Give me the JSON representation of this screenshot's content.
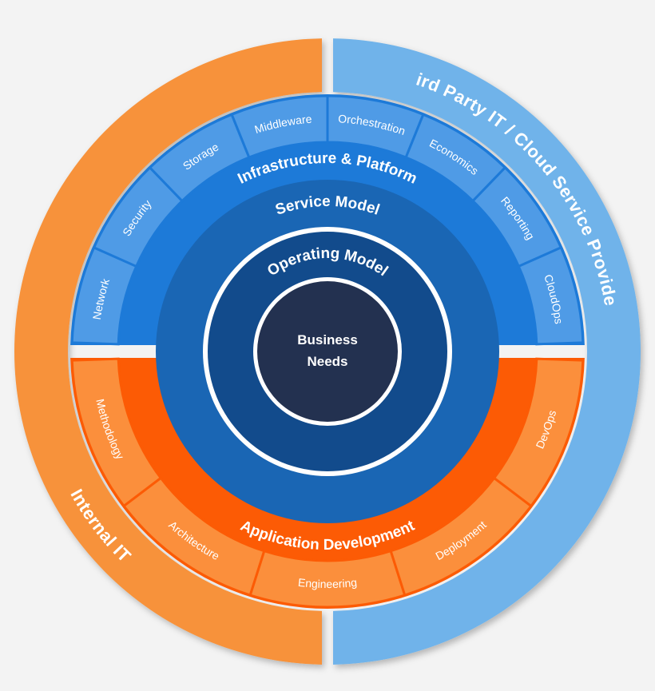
{
  "outer_ring": {
    "left_label": "Internal IT",
    "right_label": "Third Party IT / Cloud Service Providers"
  },
  "infrastructure": {
    "band_label": "Infrastructure & Platform",
    "segments": [
      "Network",
      "Security",
      "Storage",
      "Middleware",
      "Orchestration",
      "Economics",
      "Reporting",
      "CloudOps"
    ]
  },
  "application": {
    "band_label": "Application Development",
    "segments": [
      "Methodology",
      "Architecture",
      "Engineering",
      "Deployment",
      "DevOps"
    ]
  },
  "service_model": {
    "label": "Service Model"
  },
  "operating_model": {
    "label": "Operating Model"
  },
  "core": {
    "line1": "Business",
    "line2": "Needs"
  },
  "colors": {
    "orange_outer": "#f7923a",
    "blue_outer": "#6fb3ea",
    "infra_segment": "#4f9be6",
    "infra_band": "#1d7ad8",
    "app_segment": "#fb8f3c",
    "app_band": "#fc5b05",
    "service_model": "#1a66b4",
    "operating_model": "#124b8c",
    "core": "#233150"
  }
}
